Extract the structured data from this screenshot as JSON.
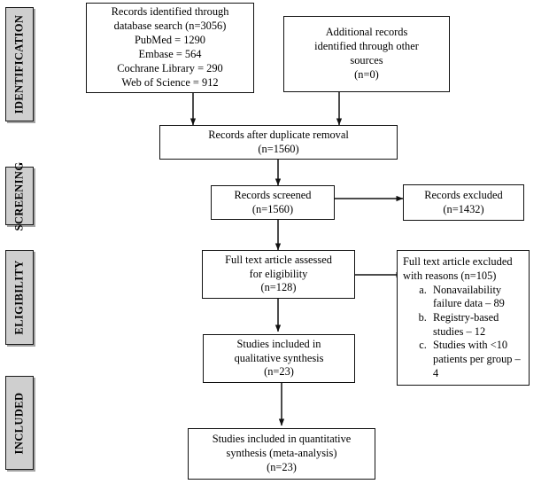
{
  "diagram": {
    "title": "PRISMA study selection flow diagram",
    "line_color": "#111111",
    "label_fill": "#cfcfcf",
    "box_fill": "#ffffff"
  },
  "phases": [
    {
      "id": "identification",
      "label": "IDENTIFICATION"
    },
    {
      "id": "screening",
      "label": "SCREENING"
    },
    {
      "id": "eligibility",
      "label": "ELIGIBILITY"
    },
    {
      "id": "included",
      "label": "INCLUDED"
    }
  ],
  "boxes": {
    "database_search": {
      "lines": [
        "Records identified through",
        "database search (n=3056)",
        "PubMed = 1290",
        "Embase = 564",
        "Cochrane Library = 290",
        "Web of Science = 912"
      ]
    },
    "other_sources": {
      "lines": [
        "Additional records",
        "identified through other",
        "sources",
        "(n=0)"
      ]
    },
    "after_duplicates": {
      "lines": [
        "Records after duplicate removal",
        "(n=1560)"
      ]
    },
    "screened": {
      "lines": [
        "Records screened",
        "(n=1560)"
      ]
    },
    "records_excluded": {
      "lines": [
        "Records excluded",
        "(n=1432)"
      ]
    },
    "fulltext_assessed": {
      "lines": [
        "Full text article assessed",
        "for eligibility",
        "(n=128)"
      ]
    },
    "fulltext_excluded": {
      "heading": [
        "Full text article excluded",
        "with reasons (n=105)"
      ],
      "reasons": [
        "Nonavailability failure data – 89",
        "Registry-based studies – 12",
        "Studies with <10 patients per group – 4"
      ]
    },
    "qualitative": {
      "lines": [
        "Studies included in",
        "qualitative synthesis",
        "(n=23)"
      ]
    },
    "quantitative": {
      "lines": [
        "Studies included in quantitative",
        "synthesis (meta-analysis)",
        "(n=23)"
      ]
    }
  }
}
